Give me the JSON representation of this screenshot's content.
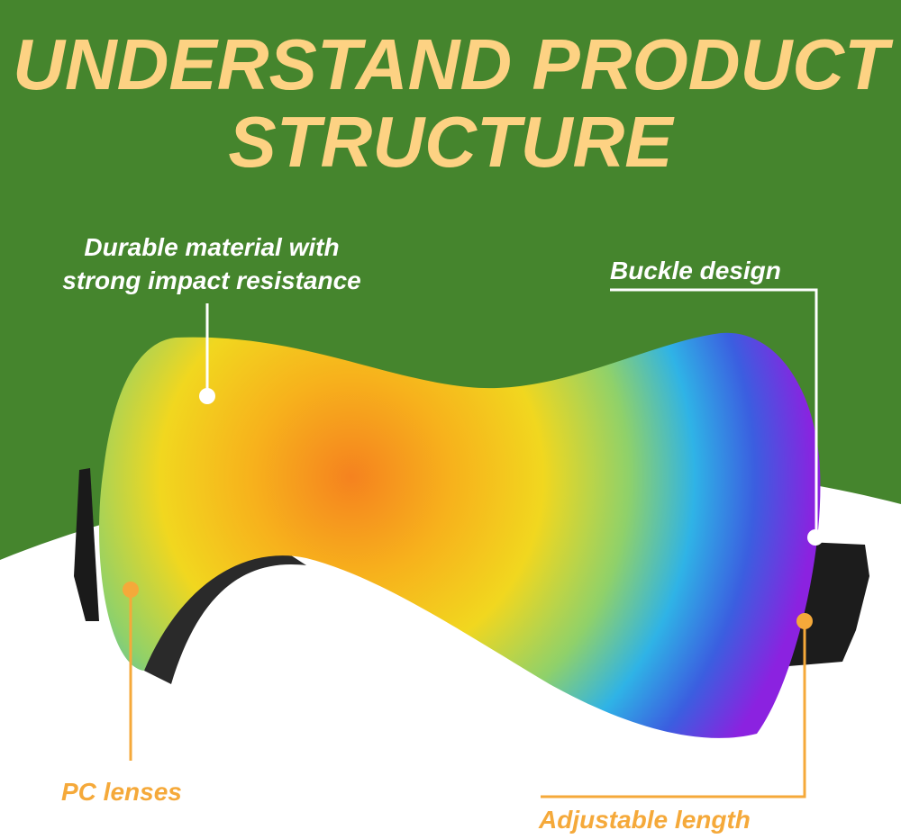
{
  "title": {
    "line1": "UNDERSTAND PRODUCT",
    "line2": "STRUCTURE"
  },
  "callouts": {
    "material_line1": "Durable material with",
    "material_line2": "strong impact resistance",
    "buckle": "Buckle design",
    "lenses": "PC lenses",
    "strap": "Adjustable length"
  },
  "colors": {
    "background_green": "#45852d",
    "title": "#fdd283",
    "accent_orange": "#f5a93a",
    "white": "#ffffff"
  }
}
